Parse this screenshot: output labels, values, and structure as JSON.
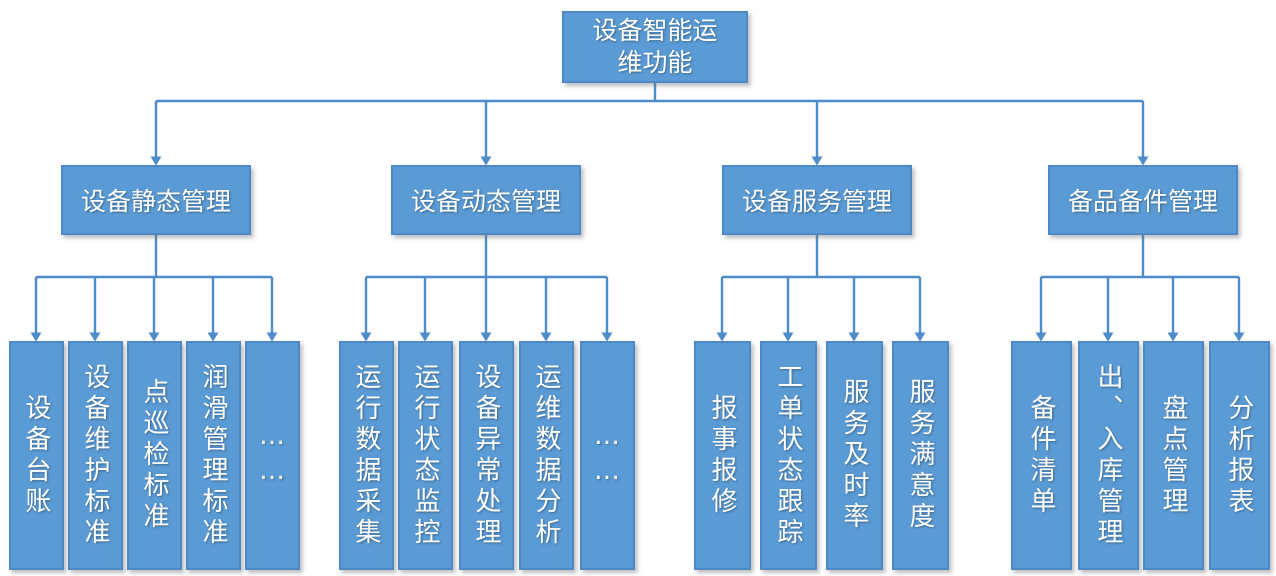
{
  "page": {
    "title": "设备智能运维功能"
  },
  "diagram": {
    "colors": {
      "node_fill": "#5B9BD5",
      "node_border": "#4D89C4",
      "connector": "#4E8CC9",
      "text": "#FFFFFF"
    },
    "root": {
      "label": "设备智能运维功能"
    },
    "branches": [
      {
        "label": "设备静态管理",
        "children": [
          {
            "label": "设备台账"
          },
          {
            "label": "设备维护标准"
          },
          {
            "label": "点巡检标准"
          },
          {
            "label": "润滑管理标准"
          },
          {
            "label": "……"
          }
        ]
      },
      {
        "label": "设备动态管理",
        "children": [
          {
            "label": "运行数据采集"
          },
          {
            "label": "运行状态监控"
          },
          {
            "label": "设备异常处理"
          },
          {
            "label": "运维数据分析"
          },
          {
            "label": "……"
          }
        ]
      },
      {
        "label": "设备服务管理",
        "children": [
          {
            "label": "报事报修"
          },
          {
            "label": "工单状态跟踪"
          },
          {
            "label": "服务及时率"
          },
          {
            "label": "服务满意度"
          }
        ]
      },
      {
        "label": "备品备件管理",
        "children": [
          {
            "label": "备件清单"
          },
          {
            "label": "出、入库管理"
          },
          {
            "label": "盘点管理"
          },
          {
            "label": "分析报表"
          }
        ]
      }
    ]
  }
}
